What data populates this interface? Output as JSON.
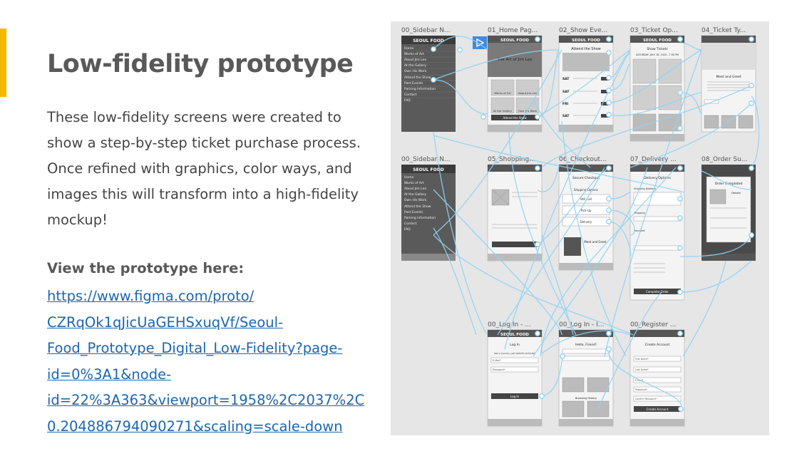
{
  "slide": {
    "title": "Low-fidelity prototype",
    "description": "These low-fidelity screens were created to show a step-by-step ticket purchase process. Once refined with graphics, color ways, and images this will transform into a high-fidelity mockup!",
    "view_label": "View the prototype here:",
    "link_lines": [
      "https://www.figma.com/proto/",
      "CZRqOk1qJicUaGEHSxuqVf/Seoul-",
      "Food_Prototype_Digital_Low-Fidelity?page-",
      "id=0%3A1&node-",
      "id=22%3A363&viewport=1958%2C2037%2C",
      "0.204886794090271&scaling=scale-down"
    ],
    "accent_color": "#f5b800",
    "link_color": "#1a66b3"
  },
  "canvas": {
    "frames": [
      {
        "label": "00_Sidebar N..."
      },
      {
        "label": "01_Home Pag..."
      },
      {
        "label": "02_Show Eve..."
      },
      {
        "label": "03_Ticket Op..."
      },
      {
        "label": "04_Ticket Ty..."
      },
      {
        "label": "00_Sidebar N..."
      },
      {
        "label": "05_Shopping..."
      },
      {
        "label": "06_Checkout..."
      },
      {
        "label": "07_Delivery ..."
      },
      {
        "label": "08_Order Su..."
      },
      {
        "label": "00_Log In - ..."
      },
      {
        "label": "00_Log In - I..."
      },
      {
        "label": "00_Register ..."
      }
    ],
    "brand": "SEOUL FOOD",
    "sidebar_items": [
      "Home",
      "Works of Art",
      "About Jim Lee",
      "At the Gallery",
      "Own His Work",
      "Attend the Show",
      "Past Events",
      "Parking Information",
      "Contact",
      "FAQ"
    ],
    "home": {
      "hero": "The Art of Jim Lee",
      "tiles": [
        "Works of Art",
        "About Jim Lee",
        "At the Gallery",
        "Own His Work"
      ],
      "cta": "Attend the Show"
    },
    "show": {
      "heading": "Attend the Show",
      "days": [
        "SAT",
        "SAT",
        "FRI",
        "SAT"
      ]
    },
    "tickets": {
      "heading": "Show Tickets",
      "date": "SATURDAY, JULY 18, 2020 - 7:00 PM"
    },
    "ticket_type": {
      "heading": "Meet and Greet"
    },
    "checkout": {
      "heading": "Secure Checkout",
      "shipping": "Shipping Options",
      "options": [
        "Will Call",
        "Pick-Up",
        "Delivery"
      ],
      "meet": "Meet and Greet"
    },
    "delivery": {
      "heading": "Delivery Options",
      "shipping_address": "Shipping Address",
      "shipping": "Shipping",
      "payment": "Payment",
      "button": "Complete Order"
    },
    "order": {
      "heading": "Order Completed",
      "details": "Details"
    },
    "login": {
      "heading": "Log In",
      "prompt": "Not a member yet? CREATE ACCOUNT",
      "email": "E-Mail*",
      "password": "Password*",
      "button": "Log In"
    },
    "login_in": {
      "heading": "Hello, Friend!",
      "history": "Browsing History"
    },
    "register": {
      "heading": "Create Account",
      "fields": [
        "First Name*",
        "Last Name*",
        "E-Mail*",
        "Password*",
        "Confirm Password*"
      ],
      "button": "Create Account"
    }
  }
}
